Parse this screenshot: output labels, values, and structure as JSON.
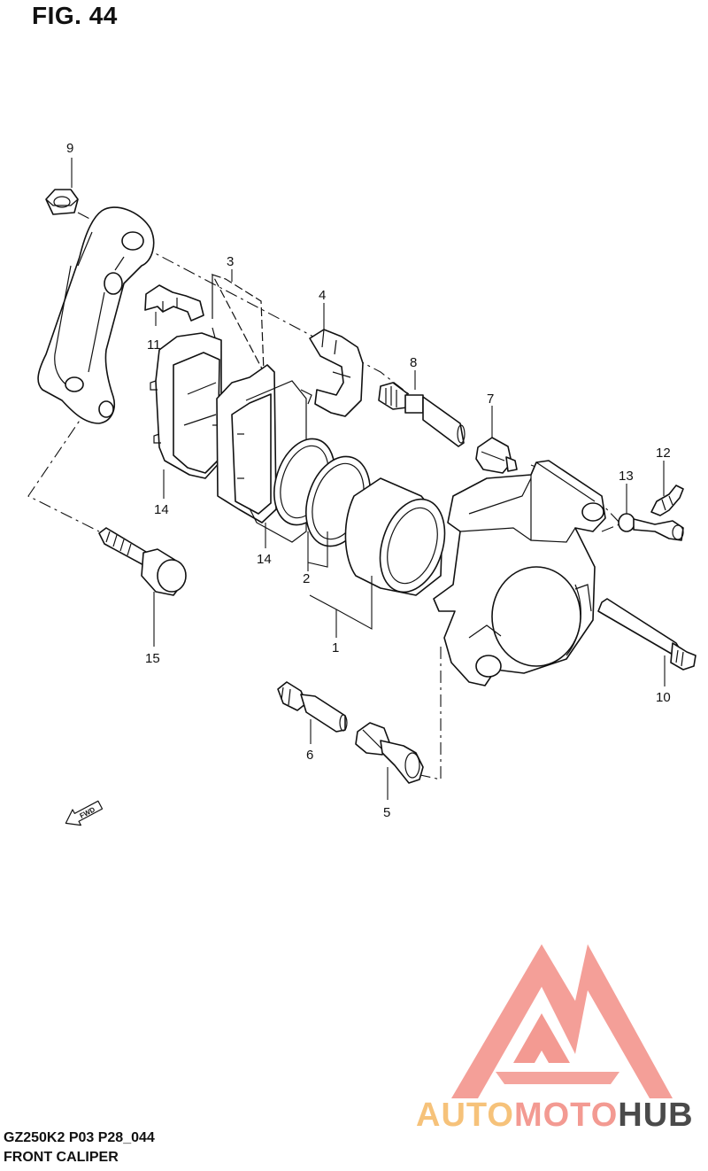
{
  "figure": {
    "title": "FIG. 44"
  },
  "callouts": [
    {
      "id": "c1",
      "label": "1"
    },
    {
      "id": "c2",
      "label": "2"
    },
    {
      "id": "c3",
      "label": "3"
    },
    {
      "id": "c4",
      "label": "4"
    },
    {
      "id": "c5",
      "label": "5"
    },
    {
      "id": "c6",
      "label": "6"
    },
    {
      "id": "c7",
      "label": "7"
    },
    {
      "id": "c8",
      "label": "8"
    },
    {
      "id": "c9",
      "label": "9"
    },
    {
      "id": "c10",
      "label": "10"
    },
    {
      "id": "c11",
      "label": "11"
    },
    {
      "id": "c12",
      "label": "12"
    },
    {
      "id": "c13",
      "label": "13"
    },
    {
      "id": "c14a",
      "label": "14"
    },
    {
      "id": "c14b",
      "label": "14"
    },
    {
      "id": "c15",
      "label": "15"
    }
  ],
  "fwd_label": "FWD",
  "footer": {
    "code": "GZ250K2 P03 P28_044",
    "name": "FRONT CALIPER"
  },
  "logo": {
    "word_auto": "AUTO",
    "word_moto": "MOTO",
    "word_hub": "HUB",
    "color_primary": "#f39a92",
    "color_secondary": "#f6c27a",
    "color_dark": "#4a4a4a"
  }
}
